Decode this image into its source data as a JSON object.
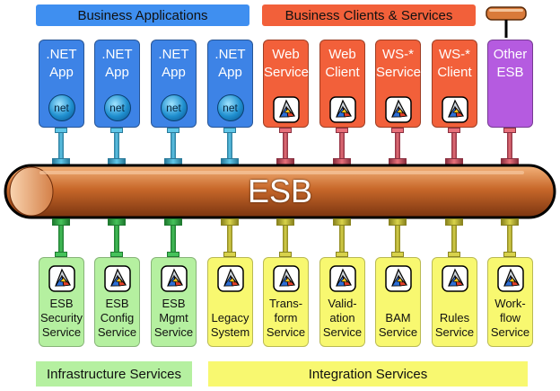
{
  "headers": {
    "business_applications": "Business Applications",
    "business_clients": "Business Clients & Services"
  },
  "footers": {
    "infrastructure": "Infrastructure Services",
    "integration": "Integration Services"
  },
  "bus_label": "ESB",
  "top_components": [
    {
      "line1": ".NET",
      "line2": "App",
      "icon": "net-icon",
      "icon_text": "net",
      "kind": "net"
    },
    {
      "line1": ".NET",
      "line2": "App",
      "icon": "net-icon",
      "icon_text": "net",
      "kind": "net"
    },
    {
      "line1": ".NET",
      "line2": "App",
      "icon": "net-icon",
      "icon_text": "net",
      "kind": "net"
    },
    {
      "line1": ".NET",
      "line2": "App",
      "icon": "net-icon",
      "icon_text": "net",
      "kind": "net"
    },
    {
      "line1": "Web",
      "line2": "Service",
      "icon": "service-icon",
      "kind": "client"
    },
    {
      "line1": "Web",
      "line2": "Client",
      "icon": "service-icon",
      "kind": "client"
    },
    {
      "line1": "WS-*",
      "line2": "Service",
      "icon": "service-icon",
      "kind": "client"
    },
    {
      "line1": "WS-*",
      "line2": "Client",
      "icon": "service-icon",
      "kind": "client"
    },
    {
      "line1": "Other",
      "line2": "ESB",
      "icon": "",
      "kind": "esb"
    }
  ],
  "bottom_components": [
    {
      "lines": [
        "ESB",
        "Security",
        "Service"
      ],
      "kind": "infra"
    },
    {
      "lines": [
        "ESB",
        "Config",
        "Service"
      ],
      "kind": "infra"
    },
    {
      "lines": [
        "ESB",
        "Mgmt",
        "Service"
      ],
      "kind": "infra"
    },
    {
      "lines": [
        "Legacy",
        "System"
      ],
      "kind": "integ"
    },
    {
      "lines": [
        "Trans-",
        "form",
        "Service"
      ],
      "kind": "integ"
    },
    {
      "lines": [
        "Valid-",
        "ation",
        "Service"
      ],
      "kind": "integ"
    },
    {
      "lines": [
        "BAM",
        "Service"
      ],
      "kind": "integ"
    },
    {
      "lines": [
        "Rules",
        "Service"
      ],
      "kind": "integ"
    },
    {
      "lines": [
        "Work-",
        "flow",
        "Service"
      ],
      "kind": "integ"
    }
  ],
  "colors": {
    "net_box": "#3d83e6",
    "client_box": "#f2603a",
    "esb_box": "#b55be0",
    "infra_box": "#b5f0a0",
    "integ_box": "#f8f870",
    "header_blue": "#3f8ff0",
    "header_orange": "#f2603a",
    "footer_green": "#b5f0a0",
    "footer_yellow": "#f8f870",
    "bus": "#d97a3a",
    "conn_blue": "#5fc6e8",
    "conn_red": "#e8707a",
    "conn_green": "#45c25a",
    "conn_yellow": "#d8d24a"
  }
}
